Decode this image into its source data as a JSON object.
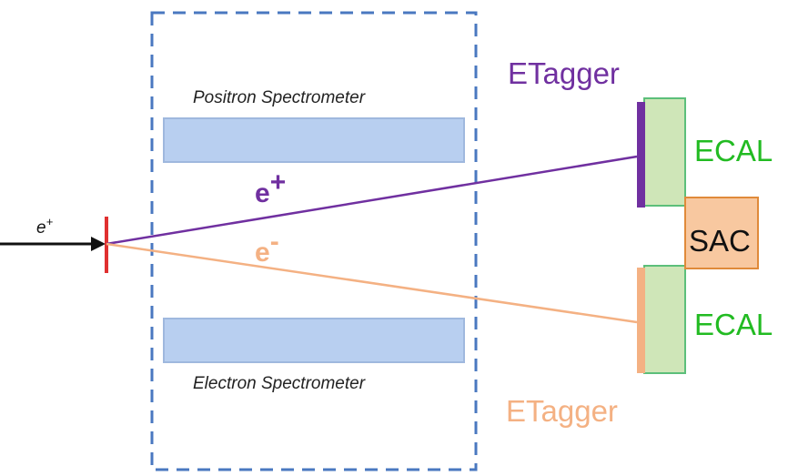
{
  "diagram": {
    "beam": {
      "particle": "e",
      "charge": "+"
    },
    "spectrometer": {
      "positron_label": "Positron Spectrometer",
      "electron_label": "Electron Spectrometer"
    },
    "tracks": {
      "positron": {
        "particle": "e",
        "charge": "+"
      },
      "electron": {
        "particle": "e",
        "charge": "-"
      }
    },
    "detectors": {
      "etagger_top": "ETagger",
      "etagger_bottom": "ETagger",
      "ecal_top": "ECAL",
      "ecal_bottom": "ECAL",
      "sac": "SAC"
    },
    "colors": {
      "positron": "#7030a0",
      "electron": "#f4b183",
      "ecal_text": "#22bb22",
      "target": "#e03030",
      "magnet_box": "#4a78c0",
      "spectrometer_bar": "#b8cff0",
      "ecal_fill": "#cfe6b8",
      "ecal_edge": "#5cbf7a",
      "sac_fill": "#f8c8a0",
      "sac_edge": "#e08a3a"
    }
  }
}
